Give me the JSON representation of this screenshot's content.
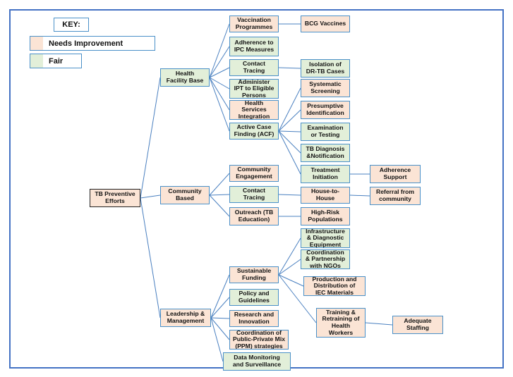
{
  "key": {
    "title": "KEY:",
    "needs_improvement": "Needs Improvement",
    "fair": "Fair"
  },
  "colors": {
    "needs_improvement": "#FBE4D5",
    "fair": "#E2EFD9",
    "border": "#4472C4"
  },
  "root": {
    "label": "TB Preventive\nEfforts"
  },
  "level1": [
    {
      "id": "health-facility-base",
      "label": "Health\nFacility Base",
      "status": "fair"
    },
    {
      "id": "community-based",
      "label": "Community\nBased",
      "status": "needs_improvement"
    },
    {
      "id": "leadership-management",
      "label": "Leadership &\nManagement",
      "status": "needs_improvement"
    }
  ],
  "level2": [
    {
      "id": "vaccination-programmes",
      "label": "Vaccination\nProgrammes",
      "status": "needs_improvement",
      "parent": "health-facility-base"
    },
    {
      "id": "adherence-ipc",
      "label": "Adherence to\nIPC Measures",
      "status": "fair",
      "parent": "health-facility-base"
    },
    {
      "id": "contact-tracing-hf",
      "label": "Contact\nTracing",
      "status": "fair",
      "parent": "health-facility-base"
    },
    {
      "id": "administer-ipt",
      "label": "Administer\nIPT to Eligible\nPersons",
      "status": "fair",
      "parent": "health-facility-base"
    },
    {
      "id": "health-services-integration",
      "label": "Health\nServices\nIntegration",
      "status": "needs_improvement",
      "parent": "health-facility-base"
    },
    {
      "id": "active-case-finding",
      "label": "Active Case\nFinding (ACF)",
      "status": "fair",
      "parent": "health-facility-base"
    },
    {
      "id": "community-engagement",
      "label": "Community\nEngagement",
      "status": "needs_improvement",
      "parent": "community-based"
    },
    {
      "id": "contact-tracing-cb",
      "label": "Contact\nTracing",
      "status": "fair",
      "parent": "community-based"
    },
    {
      "id": "outreach",
      "label": "Outreach (TB\nEducation)",
      "status": "needs_improvement",
      "parent": "community-based"
    },
    {
      "id": "sustainable-funding",
      "label": "Sustainable\nFunding",
      "status": "needs_improvement",
      "parent": "leadership-management"
    },
    {
      "id": "policy-guidelines",
      "label": "Policy and\nGuidelines",
      "status": "fair",
      "parent": "leadership-management"
    },
    {
      "id": "research-innovation",
      "label": "Research and\nInnovation",
      "status": "needs_improvement",
      "parent": "leadership-management"
    },
    {
      "id": "coordination-ppm",
      "label": "Coordination of\nPublic-Private Mix\n(PPM) strategies",
      "status": "needs_improvement",
      "parent": "leadership-management"
    },
    {
      "id": "data-monitoring",
      "label": "Data Monitoring\nand Surveillance",
      "status": "fair",
      "parent": "leadership-management"
    }
  ],
  "level3": [
    {
      "id": "bcg-vaccines",
      "label": "BCG Vaccines",
      "status": "needs_improvement",
      "parent": "vaccination-programmes"
    },
    {
      "id": "isolation-drtb",
      "label": "Isolation of\nDR-TB Cases",
      "status": "fair",
      "parent": "contact-tracing-hf"
    },
    {
      "id": "systematic-screening",
      "label": "Systematic\nScreening",
      "status": "needs_improvement",
      "parent": "active-case-finding"
    },
    {
      "id": "presumptive-identification",
      "label": "Presumptive\nIdentification",
      "status": "needs_improvement",
      "parent": "active-case-finding"
    },
    {
      "id": "examination-testing",
      "label": "Examination\nor Testing",
      "status": "fair",
      "parent": "active-case-finding"
    },
    {
      "id": "tb-diagnosis",
      "label": "TB Diagnosis\n&Notification",
      "status": "fair",
      "parent": "active-case-finding"
    },
    {
      "id": "treatment-initiation",
      "label": "Treatment\nInitiation",
      "status": "fair",
      "parent": "active-case-finding"
    },
    {
      "id": "house-to-house",
      "label": "House-to-\nHouse",
      "status": "needs_improvement",
      "parent": "contact-tracing-cb"
    },
    {
      "id": "high-risk-populations",
      "label": "High-Risk\nPopulations",
      "status": "needs_improvement",
      "parent": "outreach"
    },
    {
      "id": "infrastructure",
      "label": "Infrastructure\n& Diagnostic\nEquipment",
      "status": "fair",
      "parent": "sustainable-funding"
    },
    {
      "id": "coordination-ngos",
      "label": "Coordination\n& Partnership\nwith NGOs",
      "status": "fair",
      "parent": "sustainable-funding"
    },
    {
      "id": "production-iec",
      "label": "Production and\nDistribution of\nIEC Materials",
      "status": "needs_improvement",
      "parent": "sustainable-funding"
    },
    {
      "id": "training-retraining",
      "label": "Training &\nRetraining of\nHealth\nWorkers",
      "status": "needs_improvement",
      "parent": "sustainable-funding"
    }
  ],
  "level4": [
    {
      "id": "adherence-support",
      "label": "Adherence\nSupport",
      "status": "needs_improvement",
      "parent": "treatment-initiation"
    },
    {
      "id": "referral-community",
      "label": "Referral from\ncommunity",
      "status": "needs_improvement",
      "parent": "house-to-house"
    },
    {
      "id": "adequate-staffing",
      "label": "Adequate\nStaffing",
      "status": "needs_improvement",
      "parent": "training-retraining"
    }
  ]
}
